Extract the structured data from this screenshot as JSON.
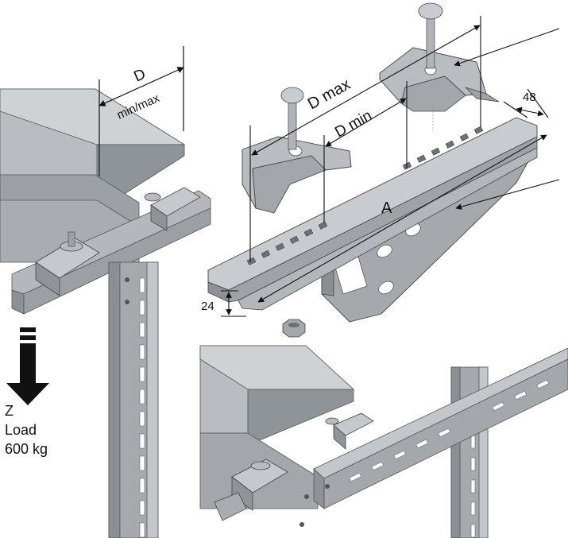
{
  "labels": {
    "d": "D",
    "d_min_max": "min/max",
    "d_max": "D max",
    "d_min": "D min",
    "a": "A",
    "dim_48": "48",
    "dim_24": "24",
    "z": "Z",
    "load": "Load",
    "load_value": "600 kg"
  },
  "colors": {
    "steel_light": "#c9ccd0",
    "steel_mid": "#a7abb0",
    "steel_dark": "#7c8187",
    "steel_shadow": "#5f6369",
    "line": "#111111",
    "arrow": "#111111"
  }
}
